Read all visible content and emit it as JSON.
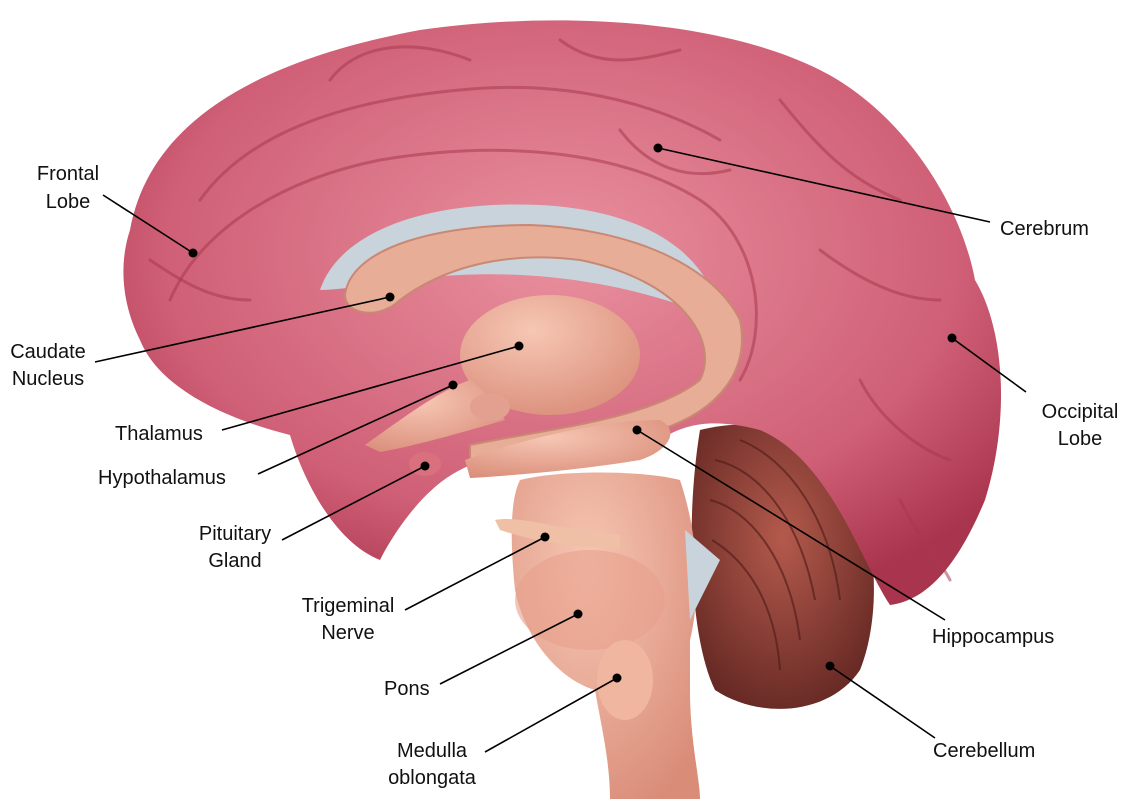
{
  "title": "Sagittal section of the human brain",
  "labels": {
    "frontal_lobe": [
      "Frontal",
      "Lobe"
    ],
    "cerebrum": "Cerebrum",
    "caudate_nucleus": [
      "Caudate",
      "Nucleus"
    ],
    "occipital_lobe": [
      "Occipital",
      "Lobe"
    ],
    "thalamus": "Thalamus",
    "hypothalamus": "Hypothalamus",
    "pituitary_gland": [
      "Pituitary",
      "Gland"
    ],
    "trigeminal_nerve": [
      "Trigeminal",
      "Nerve"
    ],
    "hippocampus": "Hippocampus",
    "pons": "Pons",
    "cerebellum": "Cerebellum",
    "medulla_oblongata": [
      "Medulla",
      "oblongata"
    ]
  },
  "colors": {
    "cerebrum": "#c9596f",
    "cerebrum_light": "#e58a98",
    "cerebellum": "#8a3b34",
    "brainstem": "#e9a894",
    "ventricle": "#c9d3dc"
  }
}
